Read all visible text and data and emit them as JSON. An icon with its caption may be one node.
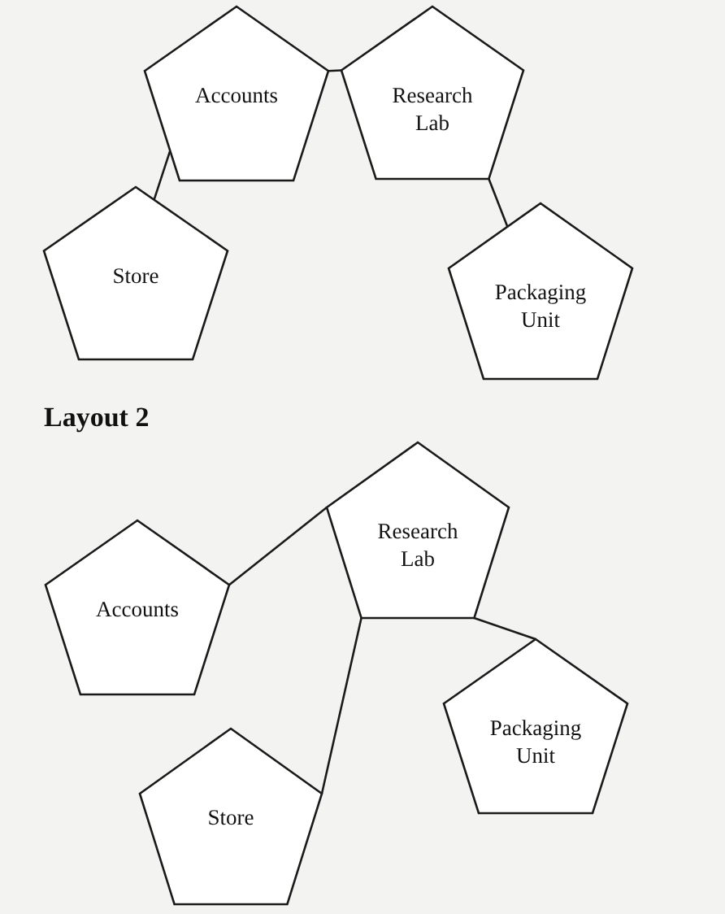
{
  "diagram": {
    "nodes": [
      {
        "text": [
          "Accounts"
        ]
      },
      {
        "text": [
          "Research Lab"
        ]
      },
      {
        "text": [
          "Store"
        ]
      },
      {
        "text": [
          "Packaging Unit"
        ]
      },
      {
        "text": [
          "Research Lab"
        ]
      },
      {
        "text": [
          "Accounts"
        ]
      },
      {
        "text": [
          "Packaging Unit"
        ]
      },
      {
        "text": [
          "Store"
        ]
      }
    ],
    "edges": [
      {
        "from": 0,
        "to": 1,
        "arrow": "none"
      },
      {
        "from": 0,
        "to": 2,
        "arrow": "none"
      },
      {
        "from": 1,
        "to": 3,
        "arrow": "none"
      },
      {
        "from": 5,
        "to": 4,
        "arrow": "none"
      },
      {
        "from": 4,
        "to": 7,
        "arrow": "none"
      },
      {
        "from": 4,
        "to": 6,
        "arrow": "none"
      }
    ],
    "labels": [
      "Layout 2"
    ]
  }
}
